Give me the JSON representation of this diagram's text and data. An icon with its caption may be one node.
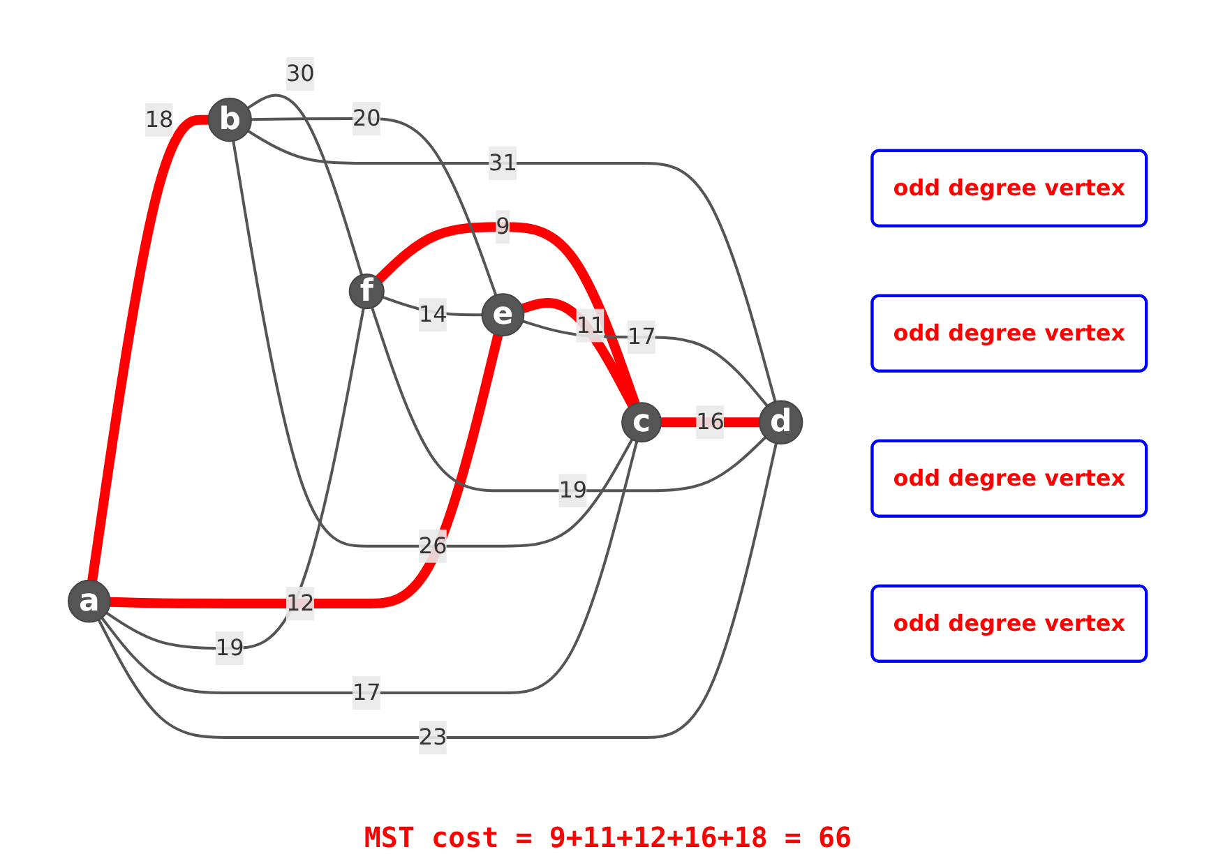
{
  "diagram": {
    "caption": "MST cost = 9+11+12+16+18 = 66",
    "nodes": [
      {
        "text": [
          "a"
        ]
      },
      {
        "text": [
          "b"
        ]
      },
      {
        "text": [
          "odd degree vertex"
        ]
      },
      {
        "text": [
          "f"
        ]
      },
      {
        "text": [
          "c"
        ]
      },
      {
        "text": [
          "odd degree vertex"
        ]
      },
      {
        "text": [
          "odd degree vertex"
        ]
      },
      {
        "text": [
          "e"
        ]
      },
      {
        "text": [
          "d"
        ]
      },
      {
        "text": [
          "odd degree vertex"
        ]
      }
    ],
    "edges": [
      {
        "from": 0,
        "to": 1,
        "arrow": "none",
        "label": "18",
        "style": "thick",
        "color": "#ff0000"
      },
      {
        "from": 0,
        "to": 7,
        "arrow": "none",
        "label": "12",
        "style": "thick",
        "color": "#ff0000"
      },
      {
        "from": 3,
        "to": 4,
        "arrow": "none",
        "label": "9",
        "style": "thick",
        "color": "#ff0000"
      },
      {
        "from": 7,
        "to": 4,
        "arrow": "none",
        "label": "11",
        "style": "thick",
        "color": "#ff0000"
      },
      {
        "from": 4,
        "to": 8,
        "arrow": "none",
        "label": "16",
        "style": "thick",
        "color": "#ff0000"
      },
      {
        "from": 0,
        "to": 3,
        "arrow": "none",
        "label": "19"
      },
      {
        "from": 0,
        "to": 4,
        "arrow": "none",
        "label": "17"
      },
      {
        "from": 0,
        "to": 8,
        "arrow": "none",
        "label": "23"
      },
      {
        "from": 1,
        "to": 3,
        "arrow": "none",
        "label": "30"
      },
      {
        "from": 1,
        "to": 7,
        "arrow": "none",
        "label": "20"
      },
      {
        "from": 1,
        "to": 8,
        "arrow": "none",
        "label": "31"
      },
      {
        "from": 1,
        "to": 4,
        "arrow": "none",
        "label": "26"
      },
      {
        "from": 3,
        "to": 7,
        "arrow": "none",
        "label": "14"
      },
      {
        "from": 3,
        "to": 8,
        "arrow": "none",
        "label": "19"
      },
      {
        "from": 7,
        "to": 8,
        "arrow": "none",
        "label": "17"
      }
    ]
  }
}
